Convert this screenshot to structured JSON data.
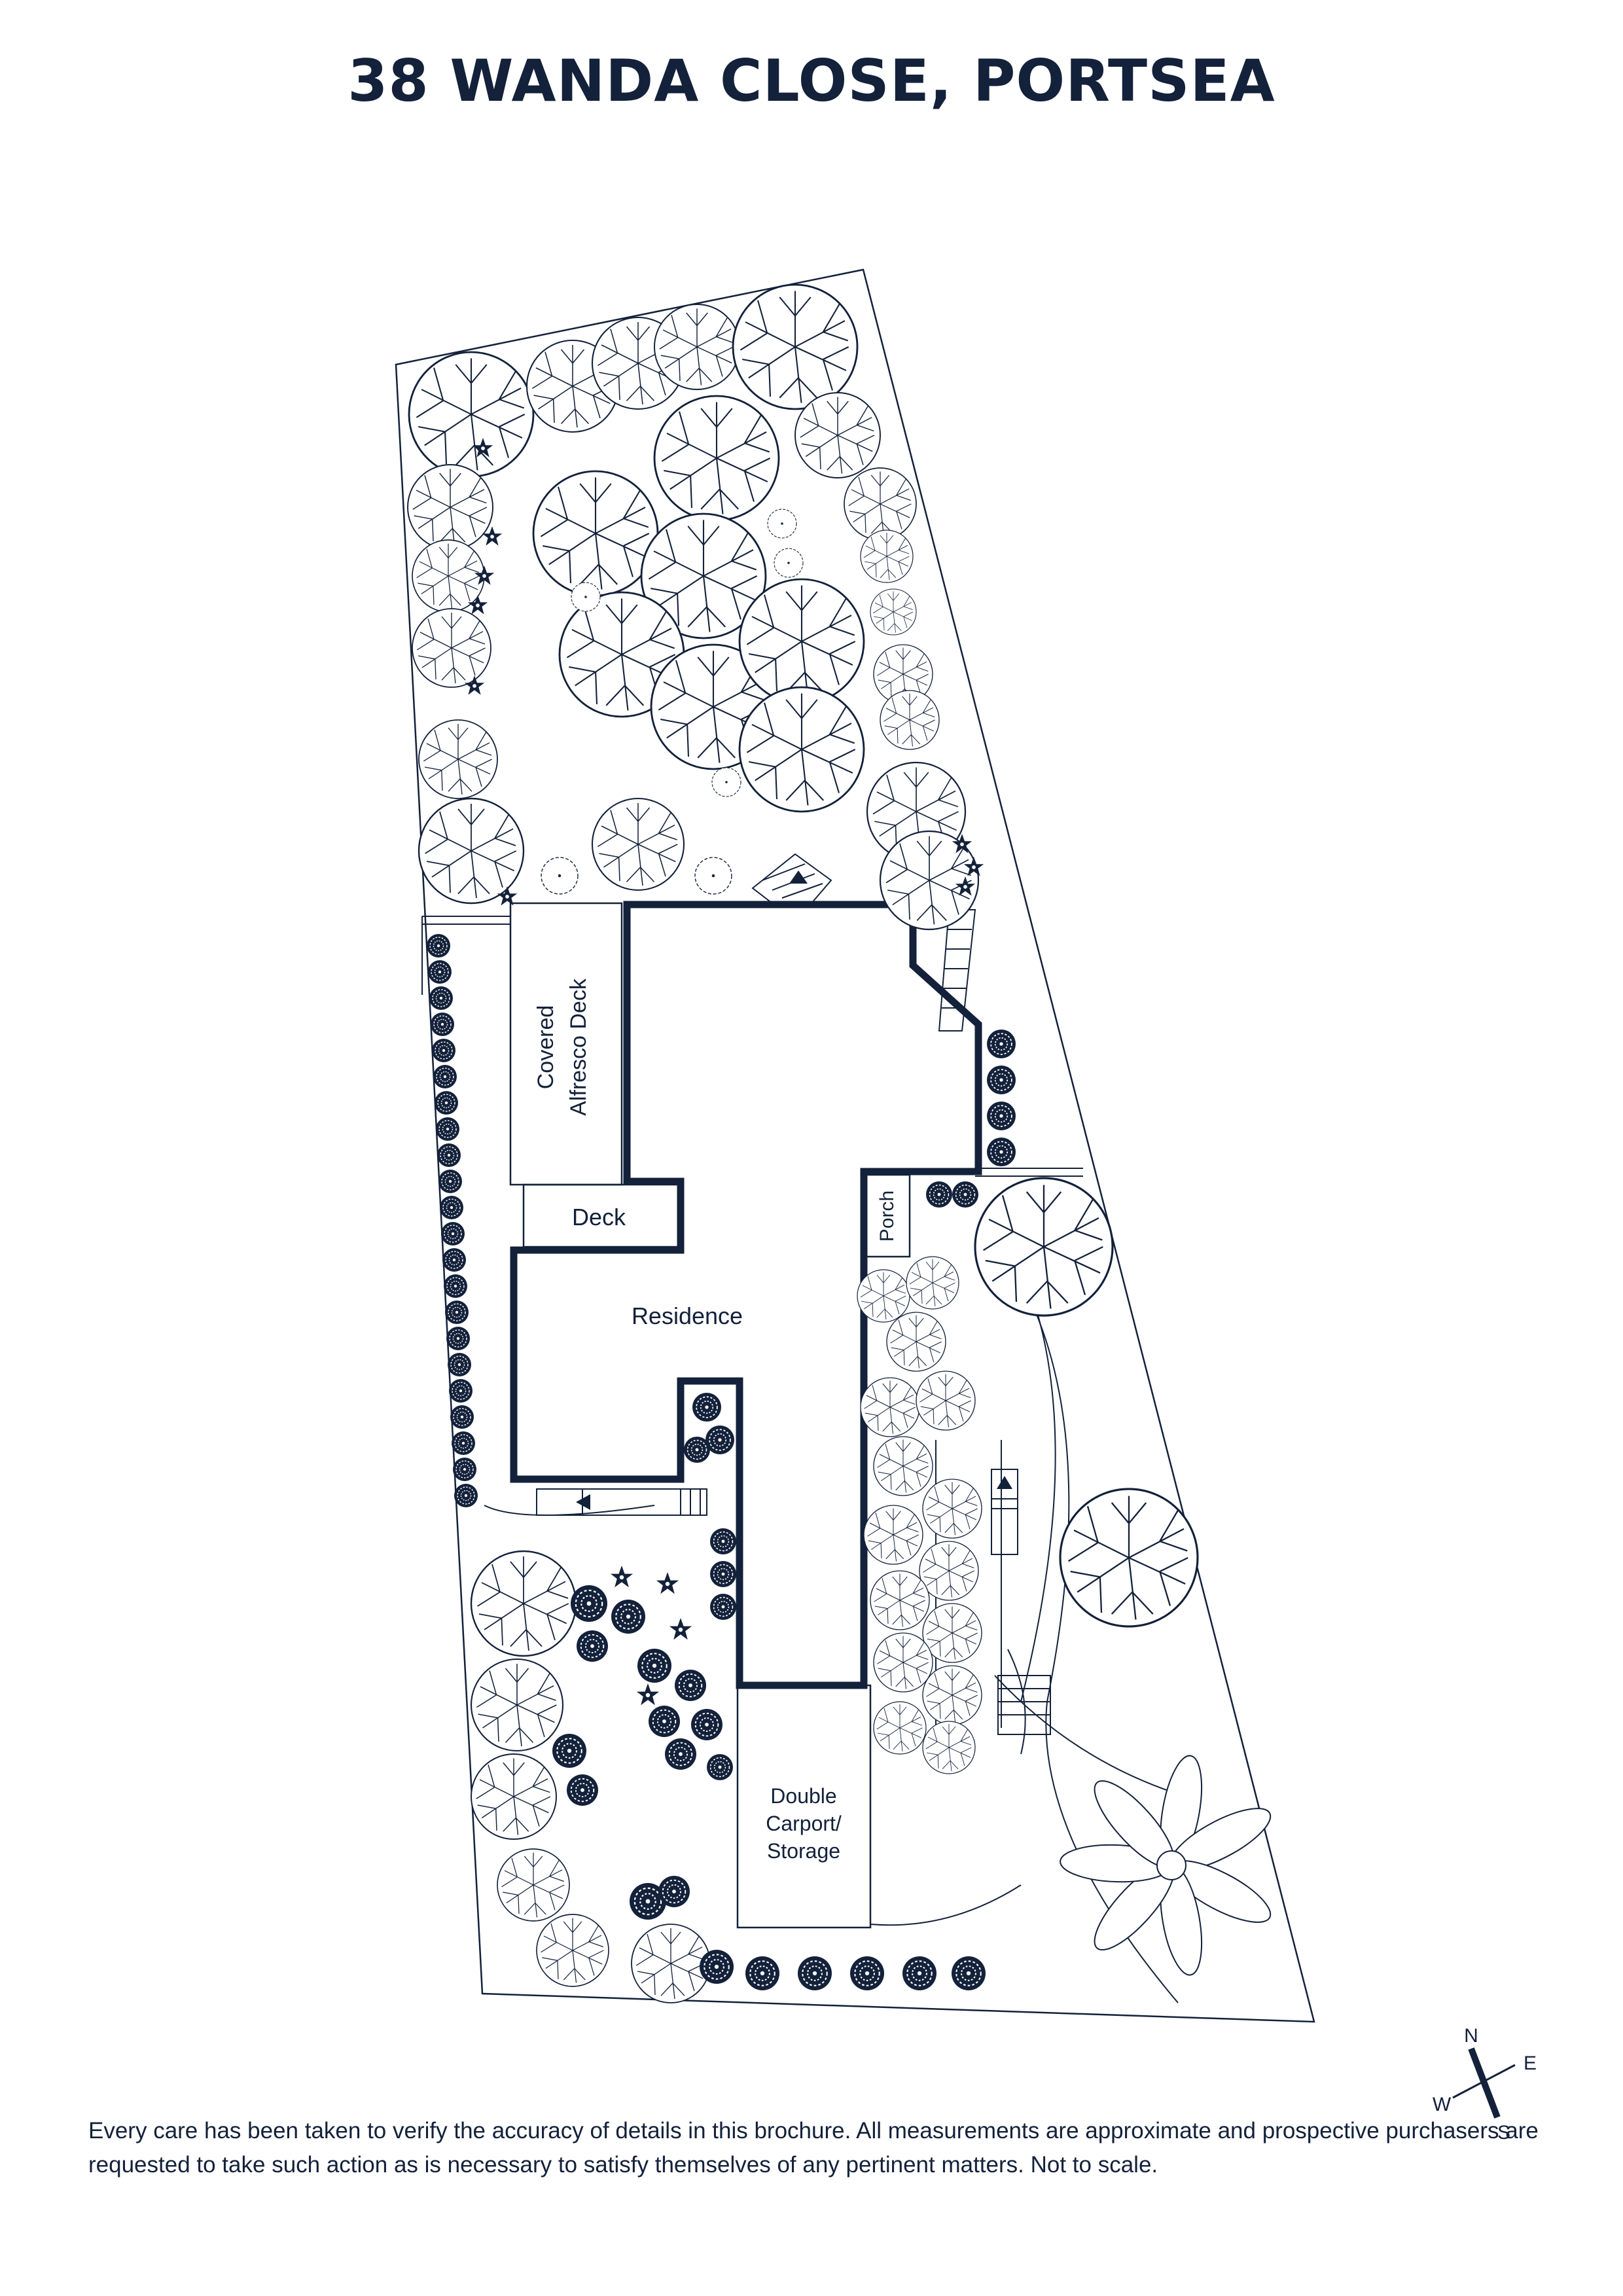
{
  "title": "38 WANDA CLOSE, PORTSEA",
  "labels": {
    "covered_deck_line1": "Covered",
    "covered_deck_line2": "Alfresco Deck",
    "deck": "Deck",
    "porch": "Porch",
    "residence": "Residence",
    "carport_line1": "Double",
    "carport_line2": "Carport/",
    "carport_line3": "Storage"
  },
  "compass": {
    "n": "N",
    "e": "E",
    "s": "S",
    "w": "W"
  },
  "disclaimer": "Every care has been taken to verify the accuracy of details in this brochure. All measurements are approximate and prospective purchasers are requested to take such action as is necessary to satisfy themselves of any pertinent matters. Not to scale.",
  "colors": {
    "ink": "#13213a",
    "background": "#ffffff"
  },
  "icons": [
    "tree-icon",
    "shrub-icon",
    "palm-icon",
    "compass-icon",
    "arrow-icon"
  ]
}
